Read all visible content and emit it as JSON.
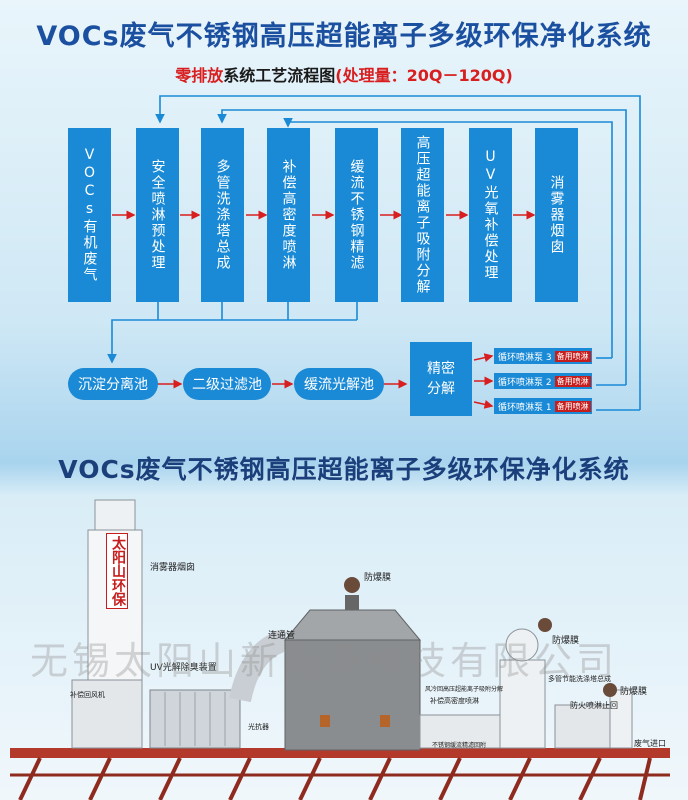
{
  "header": {
    "main_title": "VOCs废气不锈钢高压超能离子多级环保净化系统",
    "subtitle_red": "零排放",
    "subtitle_black": "系统工艺流程图",
    "subtitle_red2": "(处理量：20Q－120Q)"
  },
  "flow_boxes": [
    "VOCs有机废气",
    "安全喷淋预处理",
    "多管洗涤塔总成",
    "补偿高密度喷淋",
    "缓流不锈钢精滤",
    "高压超能离子吸附分解",
    "UV光氧补偿处理",
    "消雾器烟囱"
  ],
  "bottom_flow": [
    "沉淀分离池",
    "二级过滤池",
    "缓流光解池"
  ],
  "fine_box": "精密分解",
  "pumps": [
    {
      "label": "循环喷淋泵 3",
      "tag": "备用喷淋"
    },
    {
      "label": "循环喷淋泵 2",
      "tag": "备用喷淋"
    },
    {
      "label": "循环喷淋泵 1",
      "tag": "备用喷淋"
    }
  ],
  "section2_title": "VOCs废气不锈钢高压超能离子多级环保净化系统",
  "plant": {
    "stack_sign": "太阳山环保",
    "labels": {
      "mist_stack": "消雾器烟囱",
      "explosion1": "防爆膜",
      "explosion2": "防爆膜",
      "explosion3": "防爆膜",
      "uv": "UV光解除臭装置",
      "connector": "连通管",
      "comp_spray": "补偿回风机",
      "fan": "光抗器",
      "ion_label": "风冷回高压超能离子吸附分解",
      "comp_high": "补偿高密度喷淋",
      "multi_tube": "多管节能洗涤塔总成",
      "fireproof": "防火喷淋止回",
      "exhaust_in": "废气进口",
      "steel_filter": "不锈钢缓流精滤回附"
    },
    "watermark": "无锡太阳山新能源科技有限公司"
  }
}
